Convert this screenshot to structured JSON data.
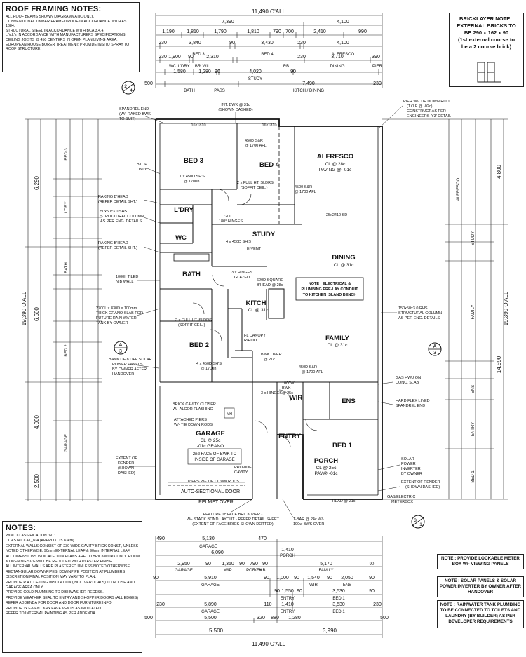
{
  "roof_notes": {
    "title": "ROOF FRAMING NOTES:",
    "items": [
      "ALL ROOF BEAMS SHOWN DIAGRAMMATIC ONLY.",
      "CONVENTIONAL TIMBER FRAMED ROOF IN ACCORDANCE WITH AS 1684.",
      "STRUCTURAL STEEL IN ACCORDANCE WITH BCA 3.4.4.",
      "L.V.L's IN ACCORDANCE WITH MANUFACTURERS SPECIFICATIONS.",
      "CEILING JOISTS @ 450 CENTERS IN OPEN PLAN LIVING AREA.",
      "EUROPEAN HOUSE BORER TREATMENT: PROVIDE INSITU SPRAY TO ROOF STRUCTURE"
    ]
  },
  "brick_note": {
    "lines": [
      "BRICKLAYER NOTE :",
      "EXTERNAL BRICKS TO",
      "BE 290 x 162 x 90",
      "(1st external course to",
      "be a 2 course brick)"
    ]
  },
  "notes": {
    "title": "NOTES:",
    "items": [
      "WIND CLASSIFICATION \"N1\"",
      "COASTAL CAT_N/A (APPROX. 15.83km)",
      "EXTERNAL WALLS CONSIST OF 230 WIDE CAVITY BRICK CONST., UNLESS",
      "NOTED OTHERWISE. 90mm EXTERNAL LEAF & 90mm INTERNAL LEAF.",
      "ALL DIMENSIONS INDICATED ON PLANS ARE TO BRICKWORK ONLY. ROOM",
      "& OPENING SIZE WILL BE REDUCED WITH PLASTER FINISH.",
      "ALL INTERNAL WALLS ARE PLASTERED UNLESS NOTED OTHERWISE.",
      "RECTANGULAR DOWNPIPES. DOWNPIPE POSITION AT PLUMBERS",
      "DISCRETION FINAL POSITION MAY VARY TO PLAN.",
      "PROVIDE R 4.0 CEILING INSULATION (INCL. VERTICALS) TO HOUSE AND",
      "GARAGE AREA ONLY.",
      "PROVIDE COLD PLUMBING TO DISHWASHER RECESS.",
      "PROVIDE WEATHER SEAL TO ENTRY AND SHOPPER DOORS (ALL EDGES)",
      "REFER ADDENDA FOR DOOR AND DOOR FURNITURE INFO.",
      "PROVIDE 1x E-VENT & 4x EAVE VENTS AS INDICATED",
      "REFER TO INTERNAL PAINTING AS PER ADDENDA"
    ]
  },
  "side_notes": [
    "NOTE : PROVIDE LOCKABLE METER BOX W/- VIEWING PANELS",
    "NOTE : SOLAR PANELS & SOLAR POWER INVERTER BY OWNER AFTER HANDOVER",
    "NOTE : RAINWATER TANK PLUMBING TO BE CONNECTED TO TOILETS AND LAUNDRY (BY BUILDER) AS PER DEVELOPER REQUIREMENTS"
  ],
  "rooms": {
    "bed3": "BED 3",
    "bed4": "BED 4",
    "alfresco": "ALFRESCO",
    "alfresco_sub": [
      "CL @ 28c",
      "PAVING @ -01c"
    ],
    "ldry": "L'DRY",
    "wc": "WC",
    "study": "STUDY",
    "bath": "BATH",
    "dining": "DINING",
    "dining_sub": "CL @ 31c",
    "kitchen": "KITCH",
    "kitchen_sub": "CL @ 31c",
    "family": "FAMILY",
    "family_sub": "CL @ 31c",
    "bed2": "BED 2",
    "wir": "WIR",
    "ens": "ENS",
    "garage": "GARAGE",
    "garage_sub": [
      "CL @ 25c",
      "-01c GRANO"
    ],
    "entry": "ENTRY",
    "porch": "PORCH",
    "porch_sub": [
      "CL @ 25c",
      "PAV@ -01c"
    ],
    "bed1": "BED 1"
  },
  "annotations": {
    "elec_note": [
      "NOTE : ELECTRICAL &",
      "PLUMBING PRE-LAY CONDUIT",
      "TO KITCHEN ISLAND BENCH"
    ],
    "garage_face": [
      "2nd FACE OF BWK TO",
      "INSIDE OF GARAGE"
    ],
    "sectional_door": "AUTO-SECTIONAL DOOR",
    "pelmet": "PELMET OVER",
    "head": "HEAD @ 21c",
    "spandrel": [
      "SPANDREL END",
      "(W/- RAKED BWK",
      "TO SUIT)"
    ],
    "int_bwk": [
      "INT. BWK @ 31c",
      "(SHOWN DASHED)"
    ],
    "pier": [
      "PIER W/- TIE DOWN ROD",
      "(T.O.F @ -02c)",
      "CONSTRUCT AS PER",
      "ENGINEERS 'Y3' DETAIL"
    ],
    "rhs": [
      "150x50x3.0 RHS",
      "STRUCTURAL COLUMN",
      "AS PER ENG. DETAILS"
    ],
    "solar_bank": [
      "BANK OF 8 OFF SOLAR",
      "POWER PANELS",
      "BY OWNER AFTER",
      "HANDOVER"
    ],
    "gas_hwu": [
      "GAS HWU ON",
      "CONC. SLAB"
    ],
    "hardiflex": [
      "HARDIFLEX LINED",
      "SPANDREL END"
    ],
    "solar_inverter": [
      "SOLAR",
      "POWER",
      "INVERTER",
      "BY OWNER"
    ],
    "render_right": [
      "EXTENT OF RENDER",
      "(SHOWN DASHED)"
    ],
    "gas_meter": [
      "GAS/ELECTRIC",
      "METERBOX"
    ],
    "render_left": [
      "EXTENT OF",
      "RENDER",
      "(SHOWN",
      "DASHED)"
    ],
    "feature": [
      "FEATURE 1c FACE BRICK PIER -",
      "W/- STACK BOND LAYOUT - REFER DETAIL SHEET",
      "(EXTENT OF FACE BRICK SHOWN DOTTED)"
    ],
    "tbar": [
      "T-BAR @ 24c W/-",
      "190w BWK OVER"
    ],
    "raking_1": [
      "RAKING B'HEAD",
      "(REFER DETAIL SHT.)"
    ],
    "raking_2": [
      "RAKING B'HEAD",
      "(REFER DETAIL SHT.)"
    ],
    "shs_col": [
      "50x50x3.0 SHS",
      "STRUCTURAL COLUMN",
      "AS PER ENG. DETAILS"
    ],
    "btop": [
      "BTOP",
      "ONLY"
    ],
    "nib_wall": [
      "1000h TILED",
      "NIB WALL"
    ],
    "grano": [
      "2700L x 830D x 100mm",
      "THICK GRANO SLAB FOR",
      "FUTURE RAIN WATER",
      "TANK BY OWNER"
    ],
    "brick_closer": [
      "BRICK CAVITY CLOSER",
      "W/- ALCOR FLASHING"
    ],
    "attached_piers": [
      "ATTACHED PIERS",
      "W/- TIE DOWN RODS"
    ],
    "piers_rods": "PIERS W/- TIE DOWN RODS",
    "provide_cavity": [
      "PROVIDE",
      "CAVITY"
    ],
    "hinges_180": [
      "720L",
      "180° HINGES"
    ],
    "hinges_glazed": [
      "3 x HINGES",
      "GLAZED"
    ],
    "bwk_over": [
      "BWK OVER",
      "@ 21c"
    ],
    "bhead_620": [
      "620D SQUARE",
      "B'HEAD @ 28c"
    ],
    "canopy": [
      "FL CANOPY",
      "R/HOOD"
    ],
    "sds_bed4": [
      "2 x FULL HT. SLDRS",
      "(SOFFIT CEIL.)"
    ],
    "sds_bath": [
      "2 x FULL HT. SLDRS",
      "(SOFFIT CEIL.)"
    ],
    "sh_bed3": [
      "1 x 450D SH'S",
      "@ 1700h"
    ],
    "sr_bed4": [
      "450D S&R",
      "@ 1700 AFL"
    ],
    "sr_alf": [
      "4500 S&R",
      "@ 1700 AFL"
    ],
    "study_sh": "4 x 450D SH'S",
    "bed2_sh": [
      "4 x 450D SH'S",
      "@ 1700h"
    ],
    "fam_sr": [
      "450D S&R",
      "@ 1700 AFL"
    ],
    "bwk_1000": [
      "1000W",
      "BWK"
    ],
    "hinges_25": "3 x HINGES@ 25c",
    "dining_sd": "25x2410 SD",
    "evt": "E-VENT",
    "int_bwk_labels": [
      "16x1810",
      "16x1810"
    ]
  },
  "dims": {
    "overall_top": "11,490 O'ALL",
    "top_row1": [
      "7,390",
      "4,100"
    ],
    "top_row2": [
      "1,190",
      "1,810",
      "1,790",
      "1,810",
      "790",
      "700",
      "2,410",
      "990"
    ],
    "top_row3": [
      "230",
      "3,840",
      "90",
      "3,430",
      "230",
      "4,100"
    ],
    "top_row3_labels": [
      "BED 3",
      "BED 4",
      "ALFRESCO"
    ],
    "top_row4": [
      "230",
      "1,900",
      "90",
      "2,310",
      "230",
      "3,710",
      "390"
    ],
    "top_row4_labels": [
      "L'DRY",
      "WC",
      "WIL",
      "BR",
      "RB",
      "DINING",
      "PIER"
    ],
    "top_row5": [
      "500",
      "1,580",
      "1,280",
      "90",
      "4,020",
      "90",
      "7,490",
      "230"
    ],
    "top_row5_labels": [
      "BATH",
      "PASS",
      "STUDY",
      "KITCH / DINING"
    ],
    "bottom_overall": "11,490 O'ALL",
    "bottom_row1": [
      "490",
      "5,130",
      "470",
      "1,410"
    ],
    "bottom_row1_labels": [
      "GARAGE",
      "PORCH"
    ],
    "bottom_row2": [
      "6,090",
      "1,410"
    ],
    "bottom_row3": [
      "2,950",
      "90",
      "1,350",
      "90",
      "790",
      "90",
      "5,170"
    ],
    "bottom_row3_labels": [
      "GARAGE",
      "WIP",
      "PORCH",
      "FAMILY",
      "90",
      "EMB"
    ],
    "bottom_row4": [
      "90",
      "5,910",
      "90",
      "1,000",
      "90",
      "1,540",
      "90",
      "2,050",
      "90"
    ],
    "bottom_row4_labels": [
      "GARAGE",
      "WIR",
      "ENS"
    ],
    "bottom_row5": [
      "90",
      "1,550",
      "90",
      "3,530",
      "90"
    ],
    "bottom_row5_labels": [
      "ENTRY",
      "BED 1"
    ],
    "bottom_row6": [
      "230",
      "5,890",
      "110",
      "1,410",
      "3,530",
      "230"
    ],
    "bottom_row6_labels": [
      "GARAGE",
      "ENTRY",
      "BED 1"
    ],
    "bottom_row7": [
      "500",
      "5,500",
      "320",
      "880",
      "1,280",
      "500"
    ],
    "bottom_row8": [
      "5,500",
      "3,990"
    ],
    "left_overall": "19,390 O'ALL",
    "left_major": [
      "6,290",
      "6,600",
      "4,000",
      "2,500"
    ],
    "right_overall": "19,390 O'ALL",
    "right_major": [
      "4,800",
      "14,590"
    ]
  },
  "section_markers": [
    {
      "label": "A",
      "num": "3"
    },
    {
      "label": "A",
      "num": "3"
    },
    {
      "label": "2",
      "num": "4"
    },
    {
      "label": "3",
      "num": "1"
    }
  ]
}
